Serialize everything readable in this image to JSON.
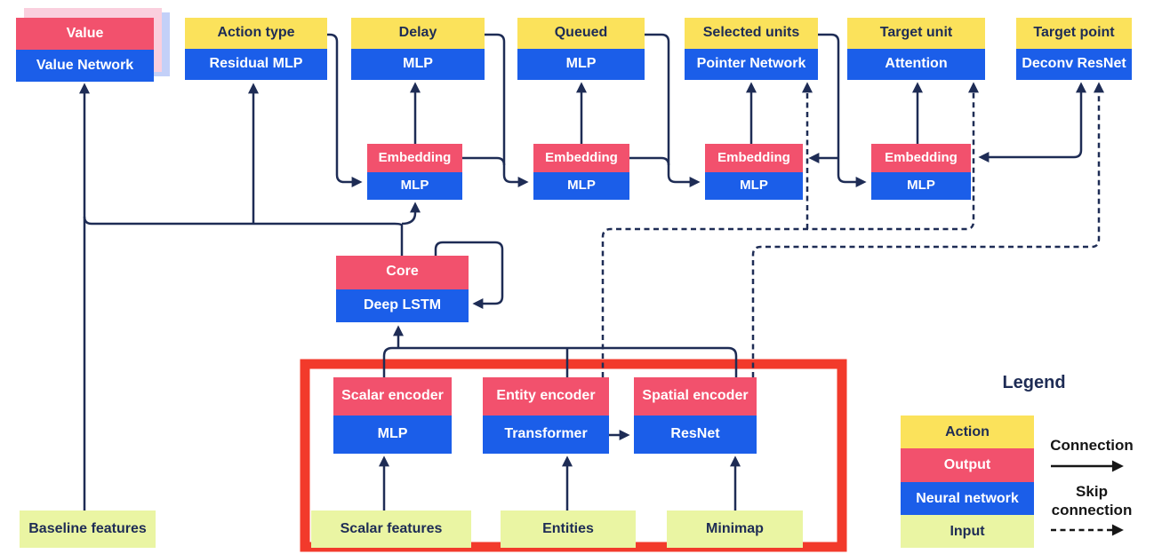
{
  "colors": {
    "action_yellow": "#FBE25B",
    "output_pink": "#F2516D",
    "network_blue": "#1B5EE9",
    "input_green": "#EAF5A3",
    "wire_navy": "#1E2C55",
    "highlight_red": "#F23A2B",
    "value_shadow_pink": "#FACFDE",
    "value_shadow_blue": "#C3D0F8"
  },
  "nodes": {
    "value": {
      "title": "Value",
      "subtitle": "Value Network"
    },
    "action_type": {
      "title": "Action type",
      "subtitle": "Residual MLP"
    },
    "delay": {
      "title": "Delay",
      "subtitle": "MLP"
    },
    "queued": {
      "title": "Queued",
      "subtitle": "MLP"
    },
    "selected_units": {
      "title": "Selected units",
      "subtitle": "Pointer Network"
    },
    "target_unit": {
      "title": "Target unit",
      "subtitle": "Attention"
    },
    "target_point": {
      "title": "Target point",
      "subtitle": "Deconv ResNet"
    },
    "embedding1": {
      "title": "Embedding",
      "subtitle": "MLP"
    },
    "embedding2": {
      "title": "Embedding",
      "subtitle": "MLP"
    },
    "embedding3": {
      "title": "Embedding",
      "subtitle": "MLP"
    },
    "embedding4": {
      "title": "Embedding",
      "subtitle": "MLP"
    },
    "core": {
      "title": "Core",
      "subtitle": "Deep LSTM"
    },
    "scalar_encoder": {
      "title": "Scalar encoder",
      "subtitle": "MLP"
    },
    "entity_encoder": {
      "title": "Entity encoder",
      "subtitle": "Transformer"
    },
    "spatial_encoder": {
      "title": "Spatial encoder",
      "subtitle": "ResNet"
    }
  },
  "inputs": {
    "baseline_features": {
      "label": "Baseline features"
    },
    "scalar_features": {
      "label": "Scalar features"
    },
    "entities": {
      "label": "Entities"
    },
    "minimap": {
      "label": "Minimap"
    }
  },
  "legend": {
    "title": "Legend",
    "items": [
      {
        "label": "Action",
        "color": "#FBE25B"
      },
      {
        "label": "Output",
        "color": "#F2516D"
      },
      {
        "label": "Neural network",
        "color": "#1B5EE9"
      },
      {
        "label": "Input",
        "color": "#EAF5A3"
      }
    ],
    "connection_label": "Connection",
    "skip_connection_label": "Skip connection"
  }
}
